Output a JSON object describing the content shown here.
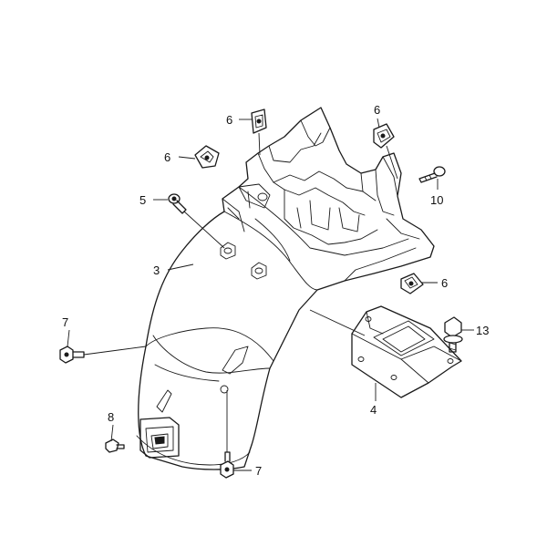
{
  "callouts": {
    "part_6_top_left": "6",
    "part_6_left": "6",
    "part_6_top_right": "6",
    "part_6_right": "6",
    "part_5": "5",
    "part_10": "10",
    "part_3": "3",
    "part_7_left": "7",
    "part_7_bottom": "7",
    "part_13": "13",
    "part_4": "4",
    "part_8": "8"
  }
}
